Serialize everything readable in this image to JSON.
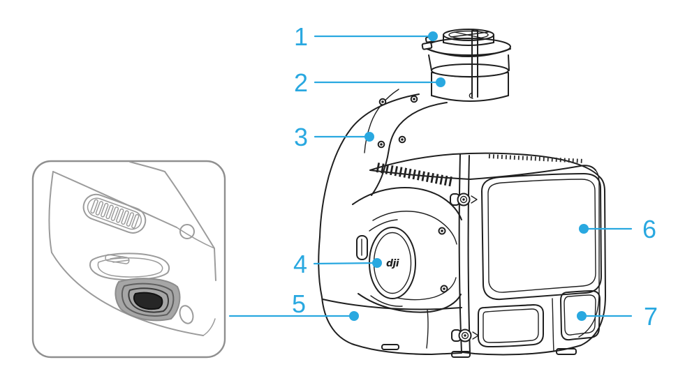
{
  "diagram": {
    "logo_text": "dji",
    "colors": {
      "accent": "#29A8E0",
      "line": "#1F1F1F",
      "inset_line": "#9B9B9B",
      "background": "#FFFFFF"
    },
    "callouts": [
      {
        "number": "1"
      },
      {
        "number": "2"
      },
      {
        "number": "3"
      },
      {
        "number": "4"
      },
      {
        "number": "5"
      },
      {
        "number": "6"
      },
      {
        "number": "7"
      }
    ]
  }
}
